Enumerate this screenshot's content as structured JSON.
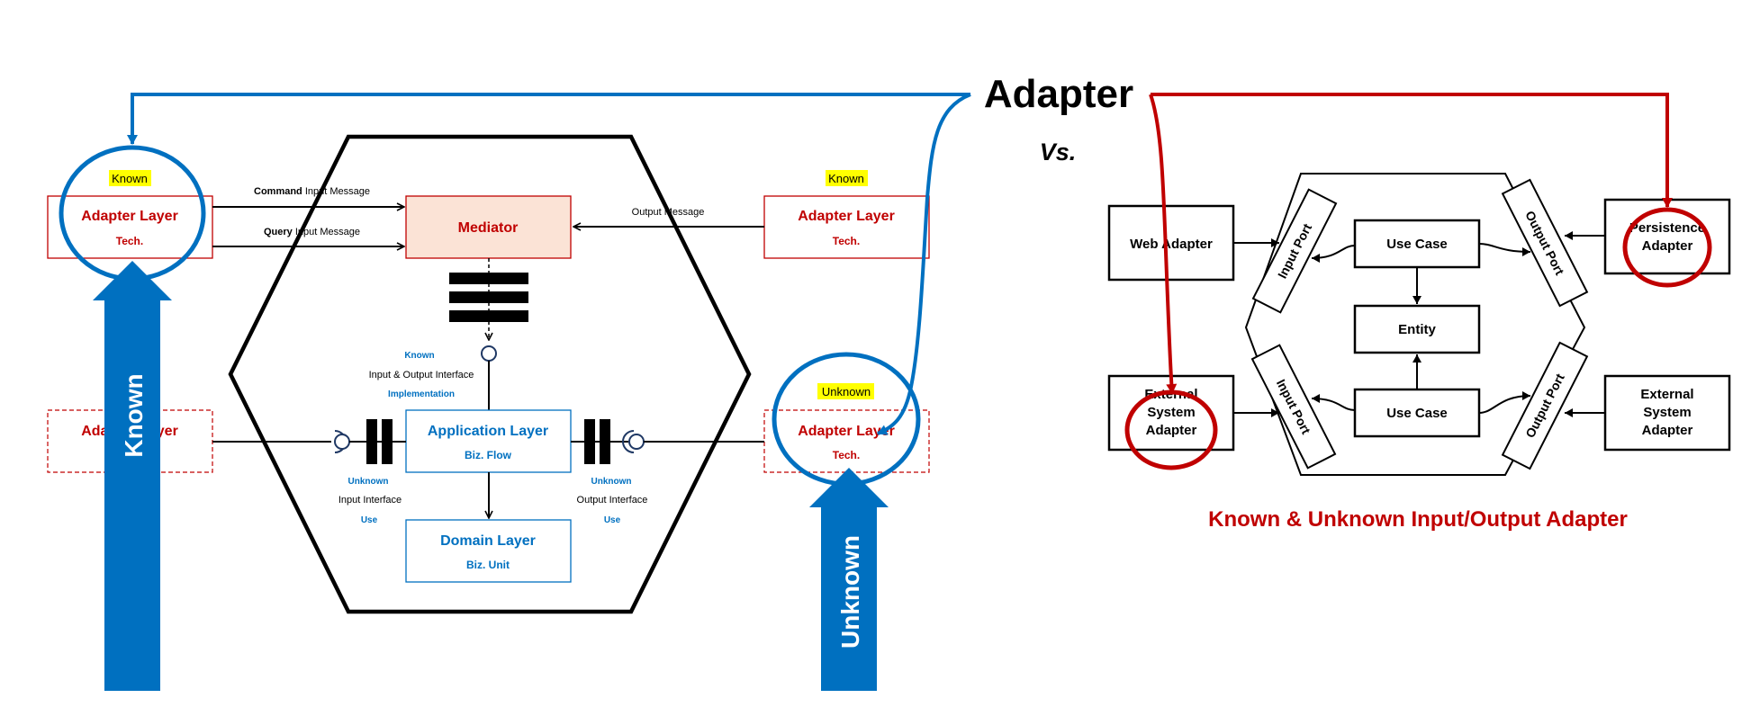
{
  "title": "Adapter",
  "vs": "Vs.",
  "colors": {
    "blue": "#0070c0",
    "red": "#c00000",
    "highlight": "#ffff00",
    "mediator_fill": "#fbe3d6",
    "black": "#000000"
  },
  "left": {
    "known_tag_left": "Known",
    "known_tag_right": "Known",
    "unknown_tag_right": "Unknown",
    "adapter_layer": {
      "title": "Adapter Layer",
      "sub": "Tech."
    },
    "adapter_layer_left_dashed_partial_title": "Adapter Layer",
    "mediator": "Mediator",
    "command_msg": {
      "bold": "Command",
      "rest": " Input Message"
    },
    "query_msg": {
      "bold": "Query",
      "rest": " Input Message"
    },
    "output_msg": "Output Message",
    "known_impl": {
      "known": "Known",
      "iface": "Input & Output Interface",
      "impl": "Implementation"
    },
    "input_iface": {
      "unknown": "Unknown",
      "iface": "Input Interface",
      "use": "Use"
    },
    "output_iface": {
      "unknown": "Unknown",
      "iface": "Output Interface",
      "use": "Use"
    },
    "application_layer": {
      "title": "Application Layer",
      "sub": "Biz. Flow"
    },
    "domain_layer": {
      "title": "Domain Layer",
      "sub": "Biz. Unit"
    },
    "big_known": "Known",
    "big_unknown": "Unknown"
  },
  "right": {
    "web_adapter": "Web Adapter",
    "external_left": [
      "External",
      "System",
      "Adapter"
    ],
    "persistence": [
      "Persistence",
      "Adapter"
    ],
    "external_right": [
      "External",
      "System",
      "Adapter"
    ],
    "input_port": "Input Port",
    "output_port": "Output Port",
    "use_case": "Use Case",
    "entity": "Entity",
    "caption": "Known & Unknown Input/Output Adapter"
  }
}
